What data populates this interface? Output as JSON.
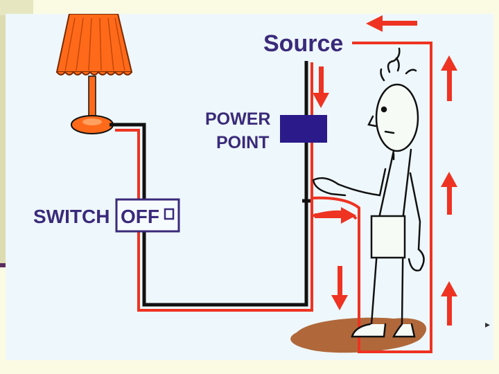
{
  "labels": {
    "source": "Source",
    "power_point_line1": "POWER",
    "power_point_line2": "POINT",
    "switch": "SWITCH",
    "switch_state": "OFF"
  },
  "colors": {
    "wire_black": "#111111",
    "current_red": "#ee3322",
    "label_purple": "#3a2a7a",
    "lamp_shade": "#ff6a1a",
    "puddle": "#b0683a",
    "power_point_box": "#2a1a8a",
    "background": "#eef7fb"
  },
  "icons": {
    "lamp": "lamp-icon",
    "person": "person-icon",
    "arrow": "current-arrow-icon",
    "puddle": "water-puddle-icon"
  }
}
